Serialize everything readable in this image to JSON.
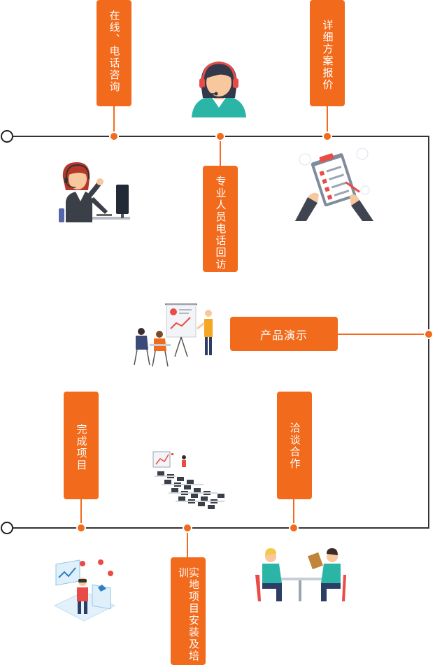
{
  "colors": {
    "accent": "#f26a1b",
    "line": "#333333",
    "background": "#ffffff"
  },
  "steps": {
    "online_phone_consult": "在线、电话咨询",
    "detailed_quote": "详细方案报价",
    "phone_return_visit": "专业人员电话回访",
    "product_demo": "产品演示",
    "negotiate_cooperation": "洽谈合作",
    "complete_project": "完成项目",
    "onsite_install_training": "实地项目安装及培训"
  },
  "illustrations": {
    "headset_agent": "headset-agent-icon",
    "support_girl": "support-girl-icon",
    "plan_clipboard": "plan-clipboard-icon",
    "presentation": "presentation-icon",
    "classroom": "classroom-icon",
    "meeting": "meeting-icon",
    "vr_user": "vr-user-icon"
  }
}
